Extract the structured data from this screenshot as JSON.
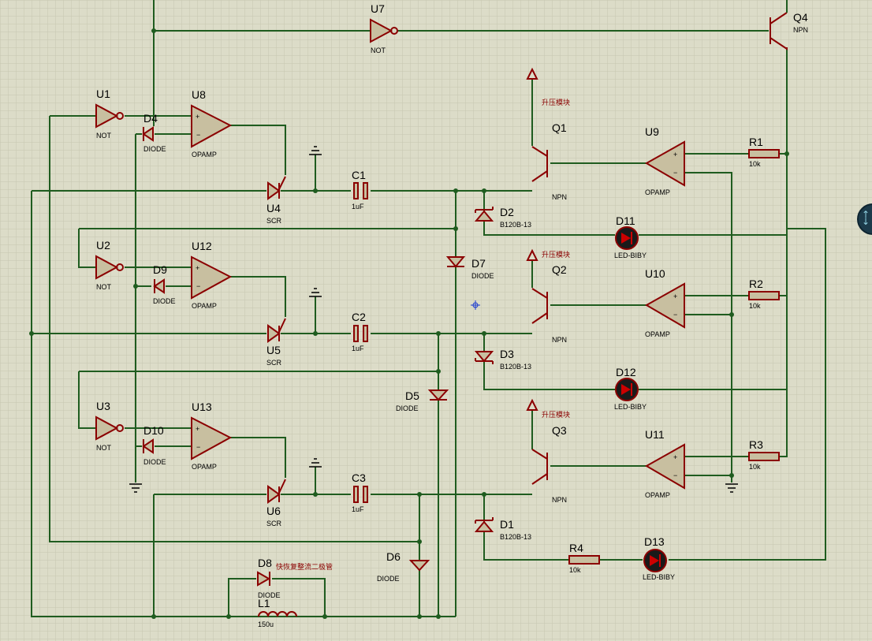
{
  "components": {
    "U1": {
      "ref": "U1",
      "value": "NOT"
    },
    "U2": {
      "ref": "U2",
      "value": "NOT"
    },
    "U3": {
      "ref": "U3",
      "value": "NOT"
    },
    "U7": {
      "ref": "U7",
      "value": "NOT"
    },
    "U8": {
      "ref": "U8",
      "value": "OPAMP"
    },
    "U12": {
      "ref": "U12",
      "value": "OPAMP"
    },
    "U13": {
      "ref": "U13",
      "value": "OPAMP"
    },
    "U9": {
      "ref": "U9",
      "value": "OPAMP"
    },
    "U10": {
      "ref": "U10",
      "value": "OPAMP"
    },
    "U11": {
      "ref": "U11",
      "value": "OPAMP"
    },
    "U4": {
      "ref": "U4",
      "value": "SCR"
    },
    "U5": {
      "ref": "U5",
      "value": "SCR"
    },
    "U6": {
      "ref": "U6",
      "value": "SCR"
    },
    "D4": {
      "ref": "D4",
      "value": "DIODE"
    },
    "D9": {
      "ref": "D9",
      "value": "DIODE"
    },
    "D10": {
      "ref": "D10",
      "value": "DIODE"
    },
    "D5": {
      "ref": "D5",
      "value": "DIODE"
    },
    "D6": {
      "ref": "D6",
      "value": "DIODE"
    },
    "D7": {
      "ref": "D7",
      "value": "DIODE"
    },
    "D8": {
      "ref": "D8",
      "value": "DIODE",
      "note": "快恢复整流二极管"
    },
    "C1": {
      "ref": "C1",
      "value": "1uF"
    },
    "C2": {
      "ref": "C2",
      "value": "1uF"
    },
    "C3": {
      "ref": "C3",
      "value": "1uF"
    },
    "Q1": {
      "ref": "Q1",
      "value": "NPN"
    },
    "Q2": {
      "ref": "Q2",
      "value": "NPN"
    },
    "Q3": {
      "ref": "Q3",
      "value": "NPN"
    },
    "Q4": {
      "ref": "Q4",
      "value": "NPN"
    },
    "D1": {
      "ref": "D1",
      "value": "B120B-13"
    },
    "D2": {
      "ref": "D2",
      "value": "B120B-13"
    },
    "D3": {
      "ref": "D3",
      "value": "B120B-13"
    },
    "D11": {
      "ref": "D11",
      "value": "LED-BIBY"
    },
    "D12": {
      "ref": "D12",
      "value": "LED-BIBY"
    },
    "D13": {
      "ref": "D13",
      "value": "LED-BIBY"
    },
    "R1": {
      "ref": "R1",
      "value": "10k"
    },
    "R2": {
      "ref": "R2",
      "value": "10k"
    },
    "R3": {
      "ref": "R3",
      "value": "10k"
    },
    "R4": {
      "ref": "R4",
      "value": "10k"
    },
    "L1": {
      "ref": "L1",
      "value": "150u"
    }
  },
  "terminals": {
    "boost_label": "升压模块"
  },
  "colors": {
    "wire": "#1f5c1f",
    "component": "#8b0000",
    "led_fill": "#cc0000",
    "background": "#dcdcc8"
  },
  "icons": {
    "navigation": "compass-dial-icon"
  }
}
